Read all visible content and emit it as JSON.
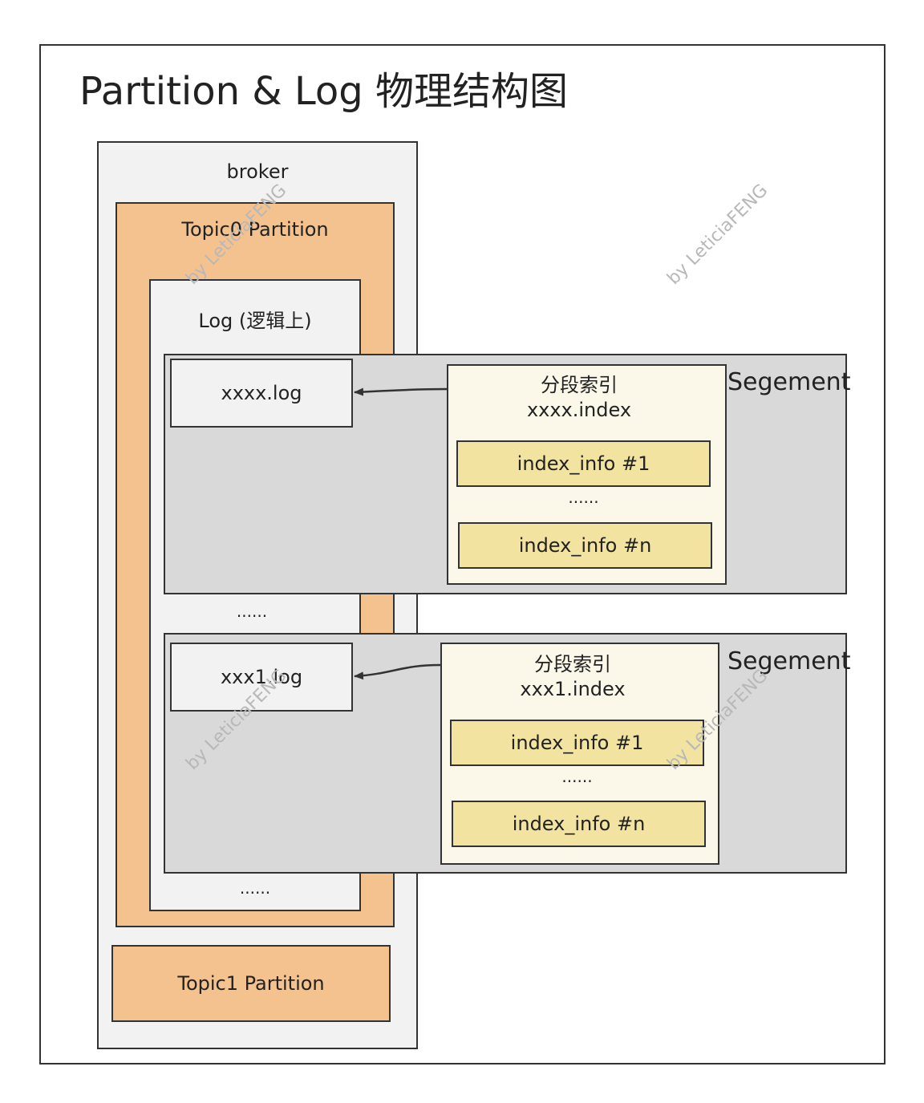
{
  "title": "Partition & Log 物理结构图",
  "broker_label": "broker",
  "topic0_label": "Topic0 Partition",
  "log_label": "Log (逻辑上)",
  "topic1_label": "Topic1 Partition",
  "ellipsis": "......",
  "segments": [
    {
      "label": "Segement",
      "log_file": "xxxx.log",
      "index_title": "分段索引",
      "index_file": "xxxx.index",
      "info_first": "index_info #1",
      "info_last": "index_info #n"
    },
    {
      "label": "Segement",
      "log_file": "xxx1.log",
      "index_title": "分段索引",
      "index_file": "xxx1.index",
      "info_first": "index_info #1",
      "info_last": "index_info #n"
    }
  ],
  "watermark": "by LeticiaFENG",
  "colors": {
    "partition": "#f4c28f",
    "segment": "#d9d9d9",
    "index_box": "#fbf8ea",
    "index_info": "#f2e3a0",
    "light_box": "#f2f2f2"
  }
}
